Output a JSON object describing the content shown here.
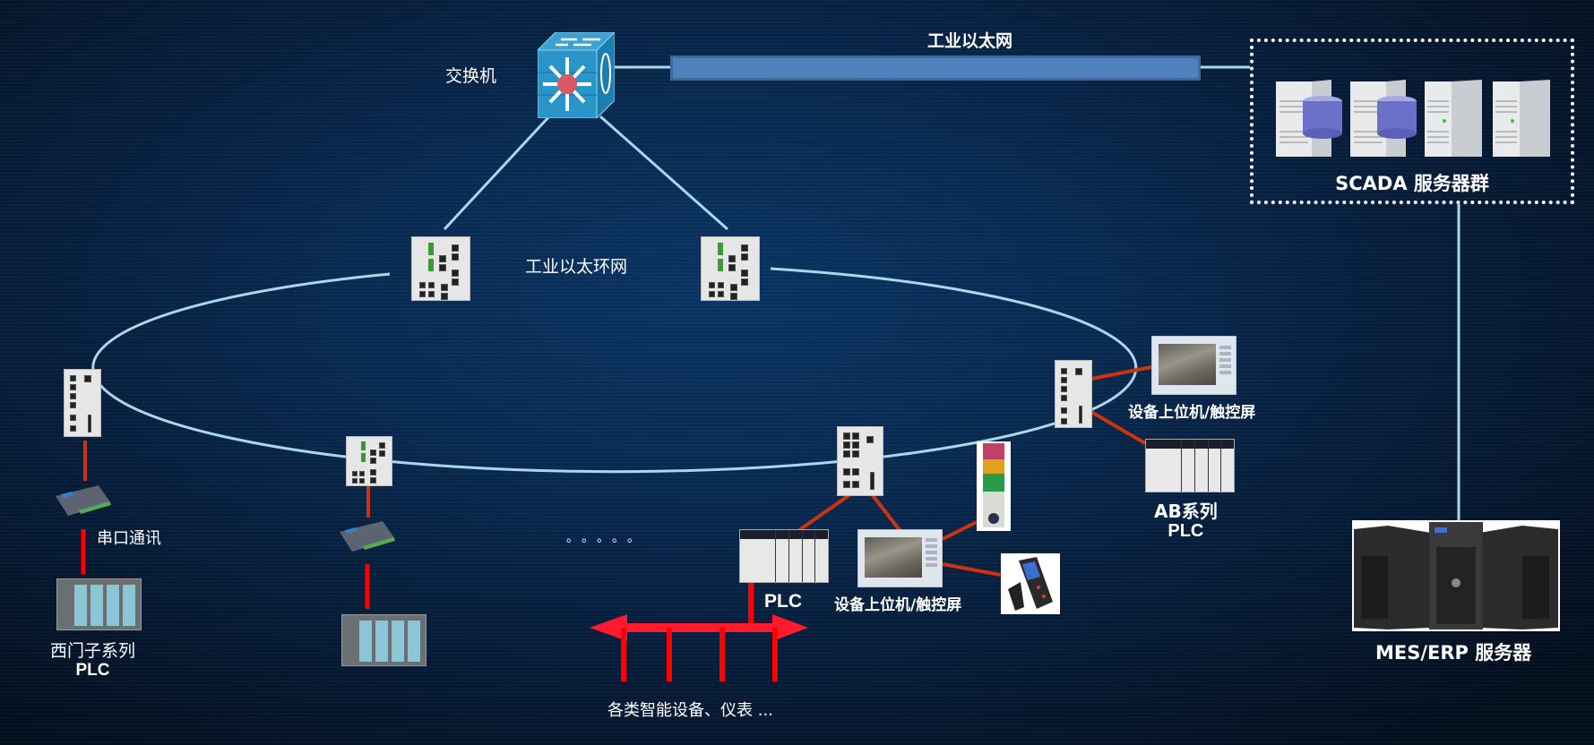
{
  "diagram": {
    "type": "industrial-network-topology",
    "colors": {
      "ring_line": "#a8d8ea",
      "device_link": "#cc3311",
      "fieldbus": "#ff0000",
      "ethernet_bar": "#4f81bd",
      "background": "#072a52"
    },
    "core_switch": {
      "label": "交换机",
      "icon": "layer3-switch-icon"
    },
    "industrial_ethernet": {
      "label": "工业以太网"
    },
    "ring": {
      "label": "工业以太环网"
    },
    "scada": {
      "label": "SCADA 服务器群",
      "servers": [
        "db-server",
        "db-server",
        "server",
        "server"
      ]
    },
    "mes": {
      "label": "MES/ERP 服务器"
    },
    "left_branch": {
      "serial_label": "串口通讯",
      "plc_label_line1": "西门子系列",
      "plc_label_line2": "PLC"
    },
    "ellipsis": "。。。。。",
    "center_plc": {
      "label": "PLC"
    },
    "center_hmi": {
      "label": "设备上位机/触控屏"
    },
    "right_hmi": {
      "label": "设备上位机/触控屏"
    },
    "ab_plc": {
      "label_line1": "AB系列",
      "label_line2": "PLC"
    },
    "fieldbus": {
      "label": "各类智能设备、仪表 ..."
    }
  }
}
